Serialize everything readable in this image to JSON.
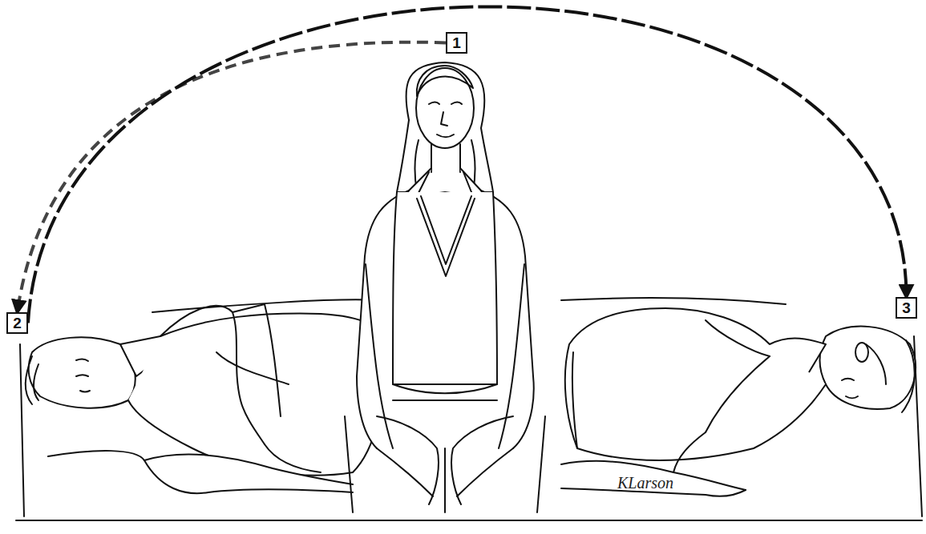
{
  "diagram": {
    "nodes": [
      {
        "text": [
          "1"
        ]
      },
      {
        "text": [
          "2"
        ]
      },
      {
        "text": [
          "3"
        ]
      }
    ],
    "edges": [
      {
        "from": 0,
        "to": 1,
        "arrow": "to"
      },
      {
        "from": 1,
        "to": 2,
        "arrow": "to"
      }
    ],
    "labels": [
      "KLarson"
    ]
  }
}
